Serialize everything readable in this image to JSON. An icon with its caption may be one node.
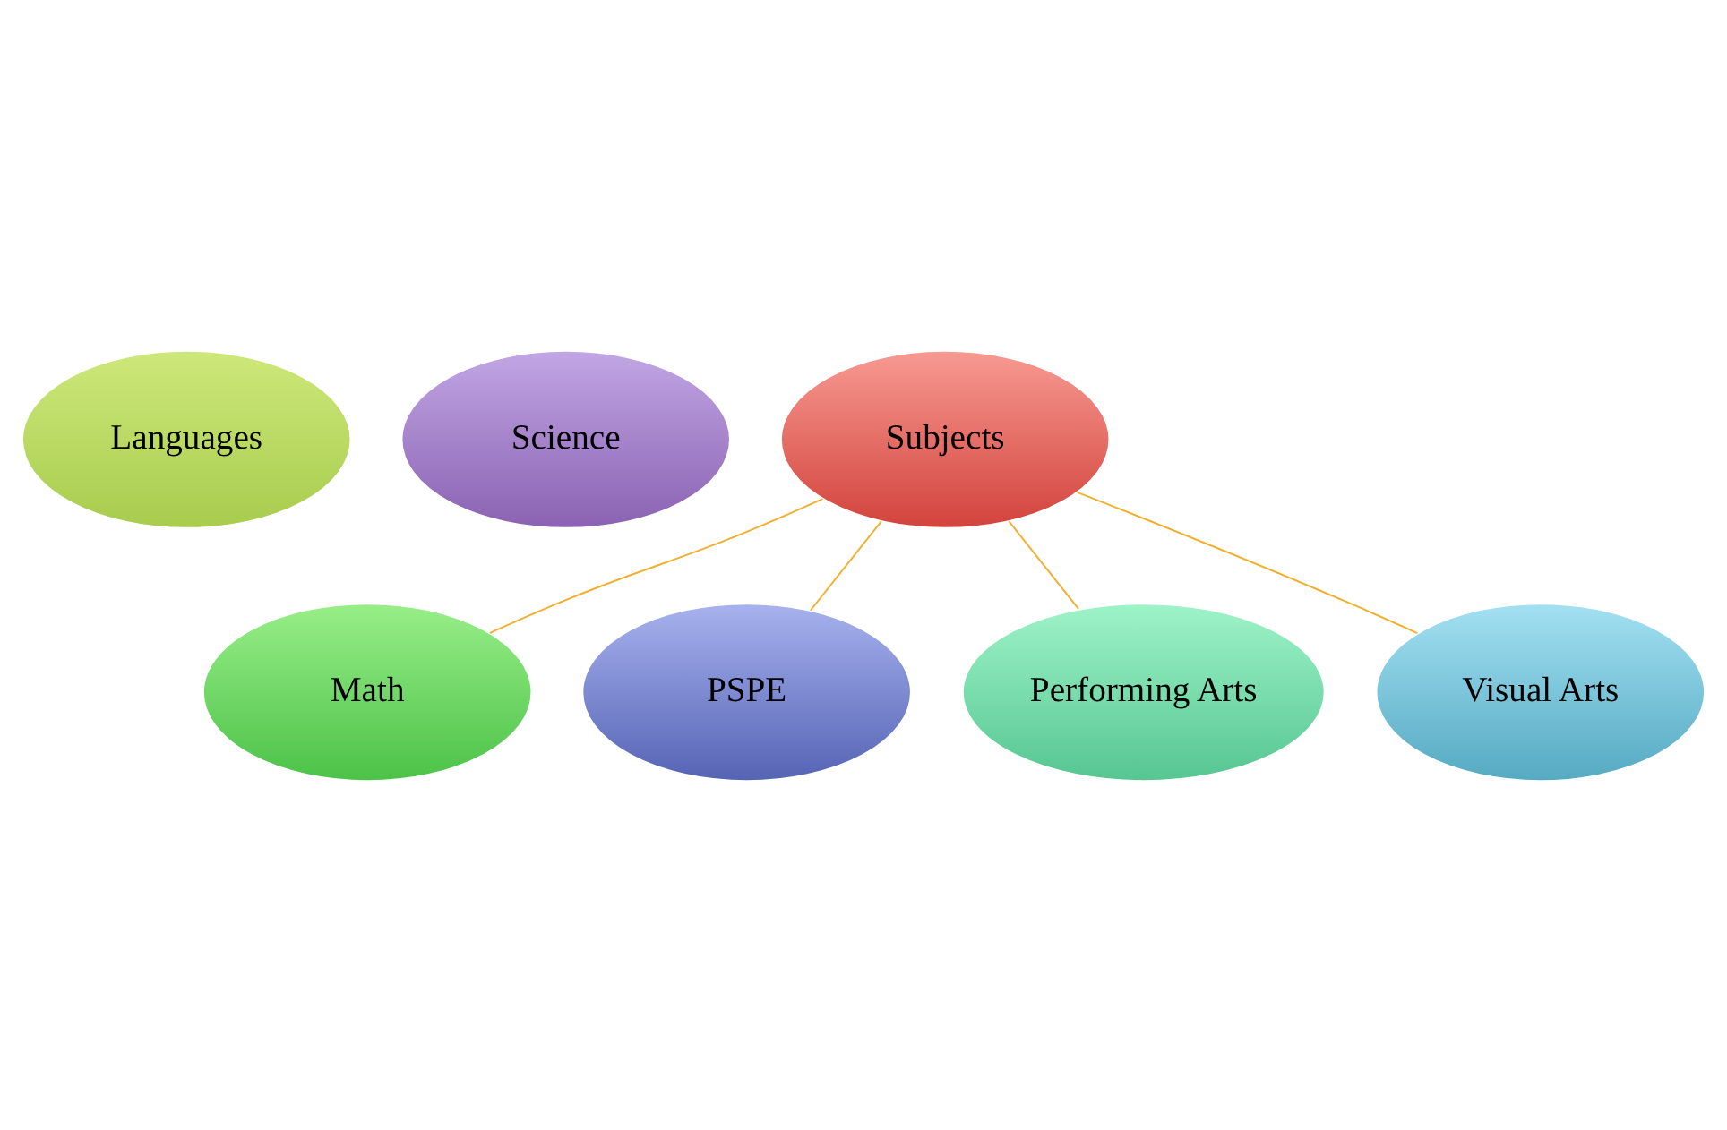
{
  "diagram": {
    "nodes": [
      {
        "text": [
          "Languages"
        ]
      },
      {
        "text": [
          "Science"
        ]
      },
      {
        "text": [
          "Math"
        ]
      },
      {
        "text": [
          "Subjects"
        ]
      },
      {
        "text": [
          "PSPE"
        ]
      },
      {
        "text": [
          "Performing Arts"
        ]
      },
      {
        "text": [
          "Visual Arts"
        ]
      }
    ],
    "edges": [
      {
        "from": 3,
        "to": 2,
        "arrow": "none"
      },
      {
        "from": 3,
        "to": 5,
        "arrow": "none"
      },
      {
        "from": 3,
        "to": 6,
        "arrow": "none"
      },
      {
        "from": 3,
        "to": 4,
        "arrow": "none"
      }
    ]
  }
}
